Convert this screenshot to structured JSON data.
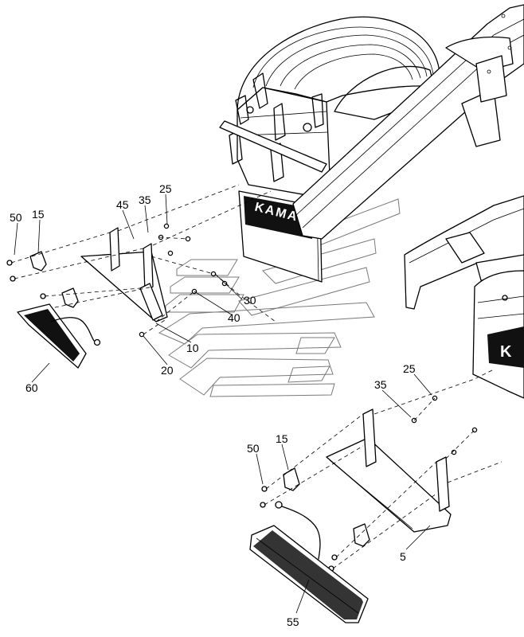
{
  "diagram": {
    "callouts_top": {
      "c50": "50",
      "c15": "15",
      "c45": "45",
      "c35": "35",
      "c25": "25",
      "c30": "30",
      "c40": "40",
      "c10": "10",
      "c20": "20",
      "c60": "60"
    },
    "callouts_bottom": {
      "c25": "25",
      "c35": "35",
      "c50": "50",
      "c15": "15",
      "c5": "5",
      "c55": "55"
    },
    "mudflap_brand_top": "KAMAZ",
    "mudflap_brand_bottom": "K"
  }
}
